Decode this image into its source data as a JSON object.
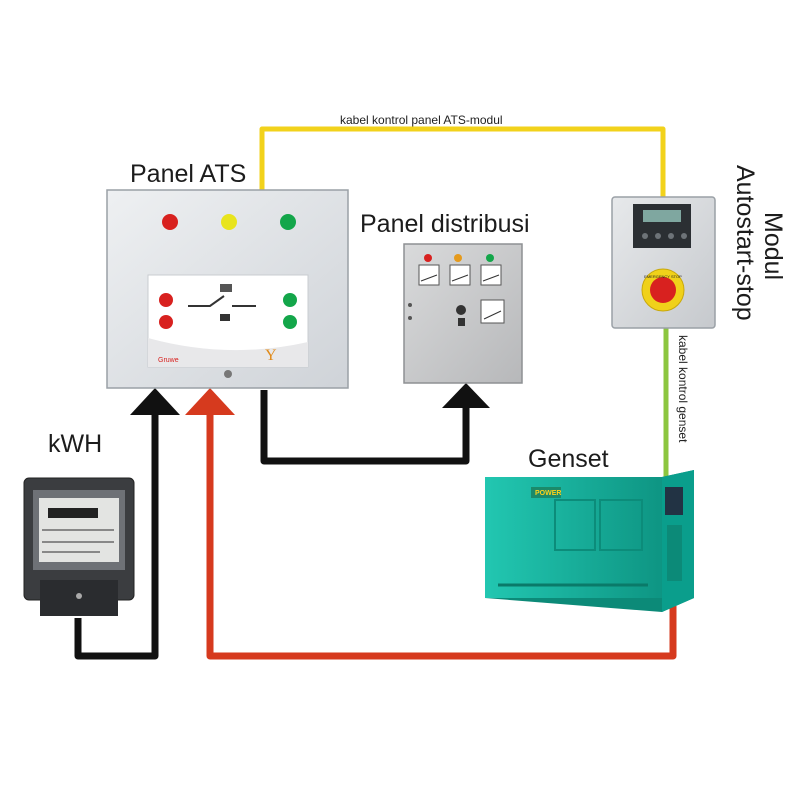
{
  "labels": {
    "panel_ats": "Panel ATS",
    "panel_distribusi": "Panel distribusi",
    "kwh": "kWH",
    "genset": "Genset",
    "modul_line1": "Modul",
    "modul_line2": "Autostart-stop",
    "cable_ats_modul": "kabel kontrol panel ATS-modul",
    "cable_genset": "kabel kontrol genset"
  },
  "device_text": {
    "ats_brand": "Gruwe",
    "ats_logo_mark": "Y",
    "modul_button": "EMERGENCY STOP",
    "genset_brand": "POWER"
  },
  "colors": {
    "wire_grid": "#111111",
    "wire_genset": "#d63a1e",
    "control_cable_ats": "#f2d21b",
    "control_cable_genset": "#8cc63f",
    "genset_body": "#17b3a0",
    "lamp_red": "#d8211f",
    "lamp_yellow": "#e8e41d",
    "lamp_green": "#13a64a"
  }
}
